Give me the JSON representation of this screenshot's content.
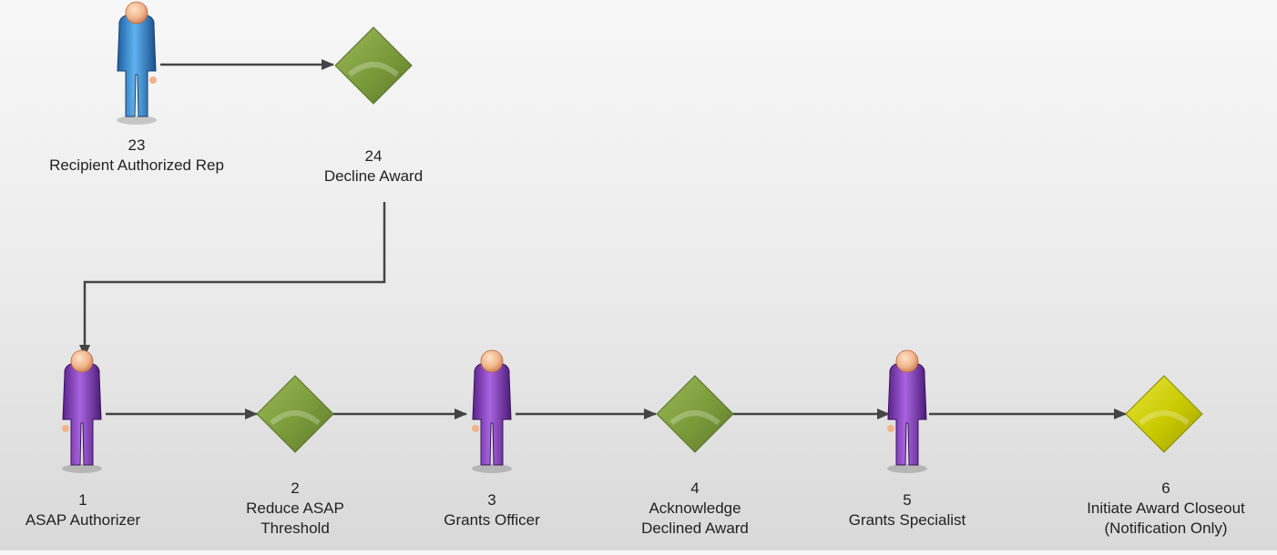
{
  "diagram": {
    "nodes": [
      {
        "id": "23",
        "number": "23",
        "label": "Recipient Authorized Rep",
        "kind": "actor",
        "color": "blue"
      },
      {
        "id": "24",
        "number": "24",
        "label": "Decline Award",
        "kind": "decision",
        "color": "green"
      },
      {
        "id": "1",
        "number": "1",
        "label": "ASAP Authorizer",
        "kind": "actor",
        "color": "purple"
      },
      {
        "id": "2",
        "number": "2",
        "label": "Reduce ASAP\nThreshold",
        "kind": "decision",
        "color": "green"
      },
      {
        "id": "3",
        "number": "3",
        "label": "Grants Officer",
        "kind": "actor",
        "color": "purple"
      },
      {
        "id": "4",
        "number": "4",
        "label": "Acknowledge\nDeclined Award",
        "kind": "decision",
        "color": "green"
      },
      {
        "id": "5",
        "number": "5",
        "label": "Grants Specialist",
        "kind": "actor",
        "color": "purple"
      },
      {
        "id": "6",
        "number": "6",
        "label": "Initiate Award Closeout\n(Notification Only)",
        "kind": "decision",
        "color": "yellow"
      }
    ],
    "edges": [
      {
        "from": "23",
        "to": "24"
      },
      {
        "from": "24",
        "to": "1"
      },
      {
        "from": "1",
        "to": "2"
      },
      {
        "from": "2",
        "to": "3"
      },
      {
        "from": "3",
        "to": "4"
      },
      {
        "from": "4",
        "to": "5"
      },
      {
        "from": "5",
        "to": "6"
      }
    ],
    "colors": {
      "blue": "#3f8fd6",
      "purple": "#8e44c8",
      "green": "#7a9a3a",
      "yellow": "#c6c600",
      "connector": "#444444"
    }
  }
}
